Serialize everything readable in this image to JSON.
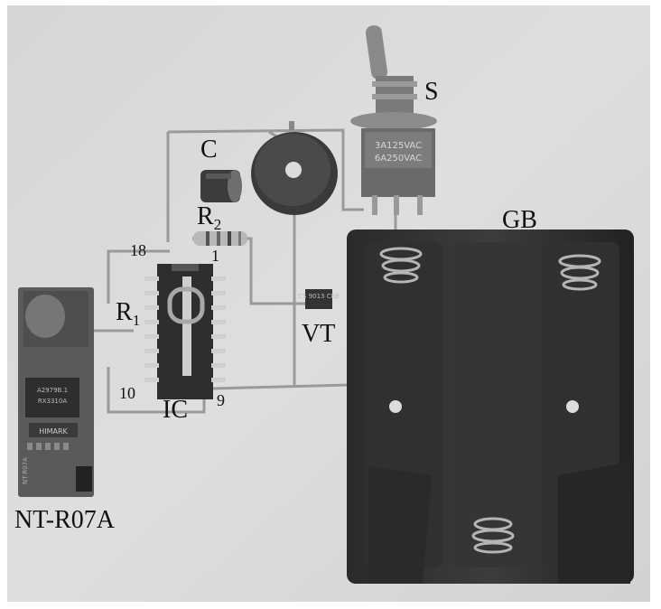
{
  "labels": {
    "switch": "S",
    "capacitor": "C",
    "resistor2": "R",
    "resistor2_sub": "2",
    "battery": "GB",
    "pin18": "18",
    "pin1": "1",
    "resistor1": "R",
    "resistor1_sub": "1",
    "transistor": "VT",
    "pin10": "10",
    "pin9": "9",
    "ic": "IC",
    "module": "NT-R07A"
  },
  "markings": {
    "switch_rating_1": "3A125VAC",
    "switch_rating_2": "6A250VAC",
    "transistor_code": "CS 9013 CBE",
    "module_chip_1": "A2979B.1",
    "module_chip_2": "RX3310A",
    "module_brand": "HIMARK",
    "module_silk": "NT-R07A"
  }
}
